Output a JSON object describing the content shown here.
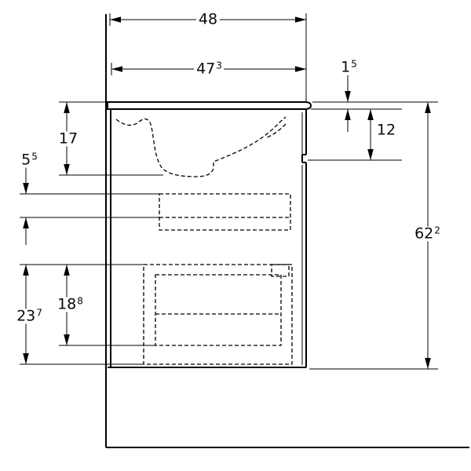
{
  "diagram": {
    "kind": "technical dimension drawing",
    "subject": "wall-mounted vanity cabinet with washbasin, side section view",
    "colors": {
      "line": "#000000",
      "background": "#ffffff"
    }
  },
  "dimensions": {
    "overall_width": {
      "value": "48",
      "sup": ""
    },
    "cabinet_width": {
      "value": "47",
      "sup": "3"
    },
    "worktop_thickness": {
      "value": "1",
      "sup": "5"
    },
    "apron_height": {
      "value": "12",
      "sup": ""
    },
    "basin_depth": {
      "value": "17",
      "sup": ""
    },
    "clearance": {
      "value": "5",
      "sup": "5"
    },
    "total_height": {
      "value": "62",
      "sup": "2"
    },
    "inner_drawer_height": {
      "value": "18",
      "sup": "8"
    },
    "drawer_front_height": {
      "value": "23",
      "sup": "7"
    }
  }
}
